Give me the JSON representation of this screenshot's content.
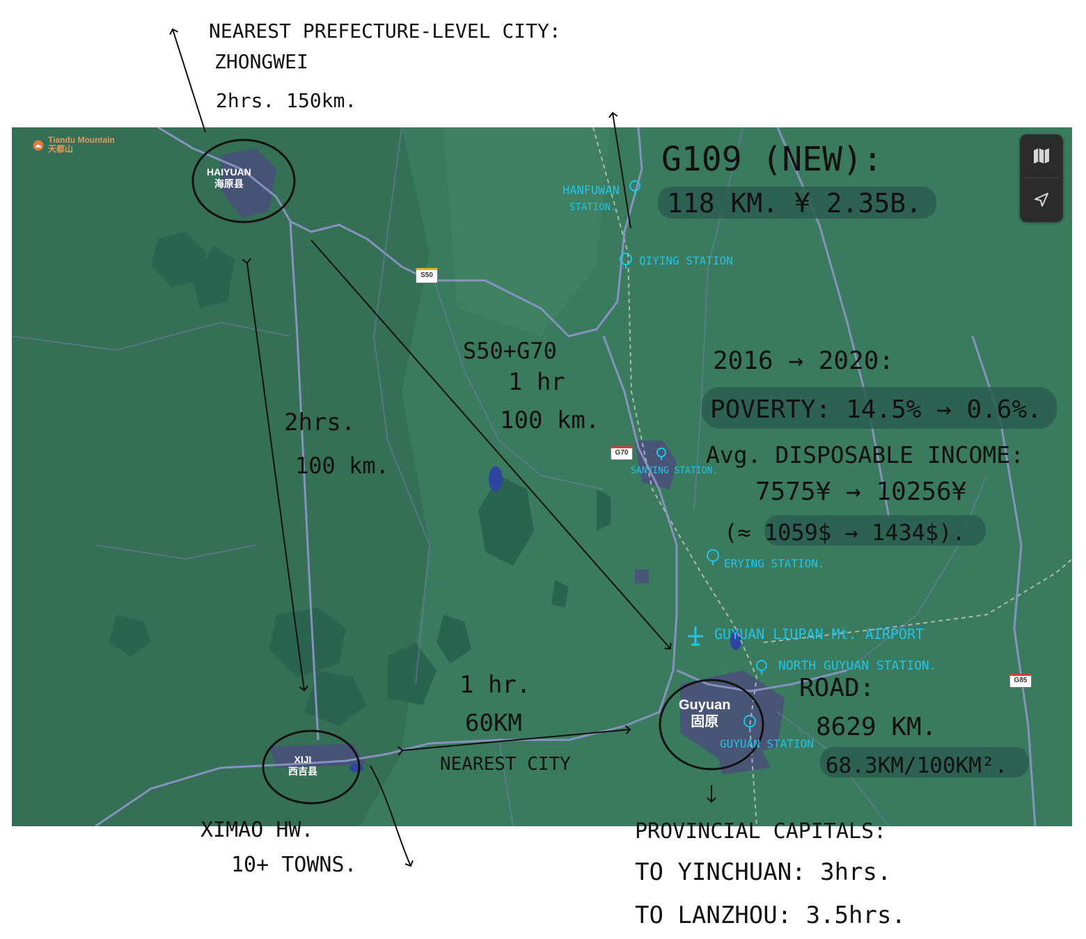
{
  "map": {
    "colors": {
      "land": "#3a7a5e",
      "land_dark": "#2f6a52",
      "forest": "#2a6450",
      "road": "#8f97c8",
      "urban": "#4b4f7a",
      "water": "#2e44a0",
      "rail": "#c9c9c9"
    },
    "poi": {
      "name": "Tiandu Mountain",
      "name_cn": "天都山",
      "icon": "mountain-icon"
    },
    "cities": {
      "haiyuan": {
        "name": "HAIYUAN",
        "name_cn": "海原县"
      },
      "xiji": {
        "name": "XIJI",
        "name_cn": "西吉县"
      },
      "guyuan": {
        "name": "Guyuan",
        "name_cn": "固原"
      }
    },
    "shields": {
      "s50": "S50",
      "g70": "G70",
      "g85": "G85"
    },
    "controls": [
      {
        "name": "map-mode-button",
        "icon": "map-icon"
      },
      {
        "name": "locate-button",
        "icon": "location-arrow-icon"
      }
    ]
  },
  "annotations": {
    "nearest_city": {
      "line1": "NEAREST PREFECTURE-LEVEL CITY:",
      "line2": "ZHONGWEI",
      "line3": "2hrs. 150km."
    },
    "g109": {
      "title": "G109 (NEW):",
      "detail": "118 KM. ¥ 2.35B."
    },
    "s50_g70": {
      "line1": "S50+G70",
      "line2": "1 hr",
      "line3": "100 km."
    },
    "haiyuan_xiji": {
      "line1": "2hrs.",
      "line2": "100 km."
    },
    "xiji_guyuan": {
      "line1": "1 hr.",
      "line2": "60KM",
      "line3": "NEAREST CITY"
    },
    "stats": {
      "period": "2016 → 2020:",
      "poverty": "POVERTY: 14.5% → 0.6%.",
      "income_label": "Avg. DISPOSABLE INCOME:",
      "income_cny": "7575¥ → 10256¥",
      "income_usd": "(≈ 1059$ → 1434$)."
    },
    "road": {
      "title": "ROAD:",
      "length": "8629 KM.",
      "density": "68.3KM/100KM²."
    },
    "ximao": {
      "line1": "XIMAO HW.",
      "line2": "10+ TOWNS."
    },
    "capitals": {
      "title": "PROVINCIAL CAPITALS:",
      "yinchuan": "TO YINCHUAN: 3hrs.",
      "lanzhou": "TO LANZHOU: 3.5hrs."
    },
    "stations": {
      "hanfuwan": {
        "line1": "HANFUWAN",
        "line2": "STATION."
      },
      "qiying": "QIYING STATION",
      "sanying": "SANYING STATION.",
      "erying": "ERYING STATION.",
      "airport": "GUYUAN LIUPAN Mt. AIRPORT",
      "north_guyuan": "NORTH GUYUAN STATION.",
      "guyuan": "GUYUAN STATION"
    }
  }
}
